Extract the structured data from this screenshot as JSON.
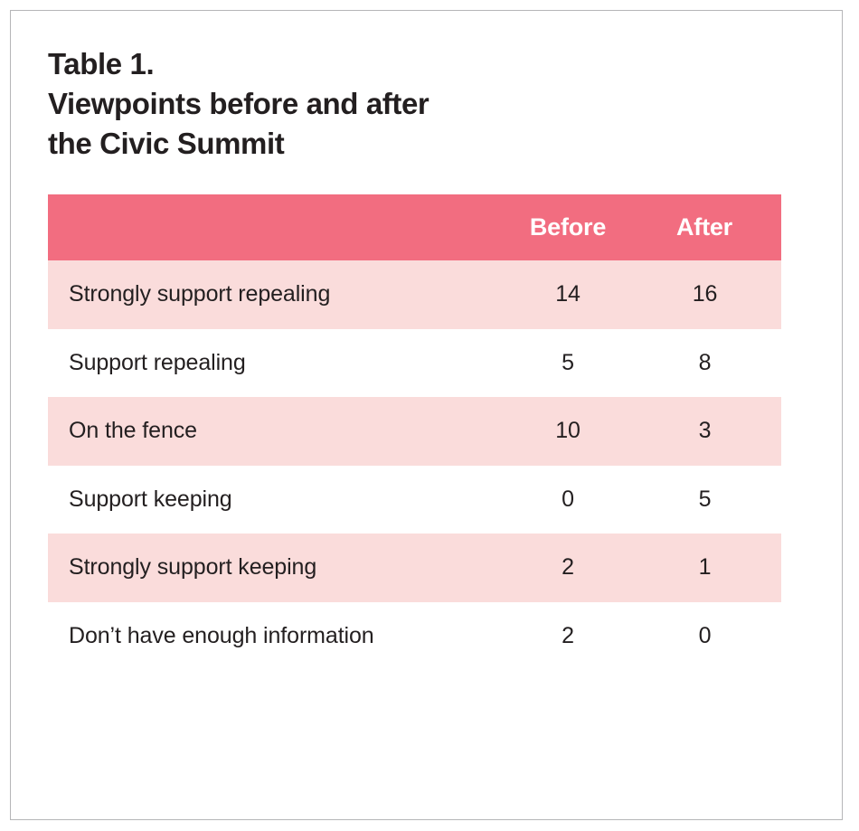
{
  "title": {
    "line1": "Table 1.",
    "line2": "Viewpoints before and after",
    "line3": "the Civic Summit"
  },
  "table": {
    "columns": {
      "label": "",
      "before": "Before",
      "after": "After"
    },
    "rows": [
      {
        "label": "Strongly support repealing",
        "before": "14",
        "after": "16"
      },
      {
        "label": "Support repealing",
        "before": "5",
        "after": "8"
      },
      {
        "label": "On the fence",
        "before": "10",
        "after": "3"
      },
      {
        "label": "Support keeping",
        "before": "0",
        "after": "5"
      },
      {
        "label": "Strongly support keeping",
        "before": "2",
        "after": "1"
      },
      {
        "label": "Don’t have enough information",
        "before": "2",
        "after": "0"
      }
    ]
  },
  "colors": {
    "header_background": "#F26D80",
    "row_alt_background": "#FADCDB",
    "row_base_background": "#FFFFFF",
    "text": "#231F20",
    "header_text": "#FFFFFF",
    "frame_border": "#B5B6B8"
  }
}
